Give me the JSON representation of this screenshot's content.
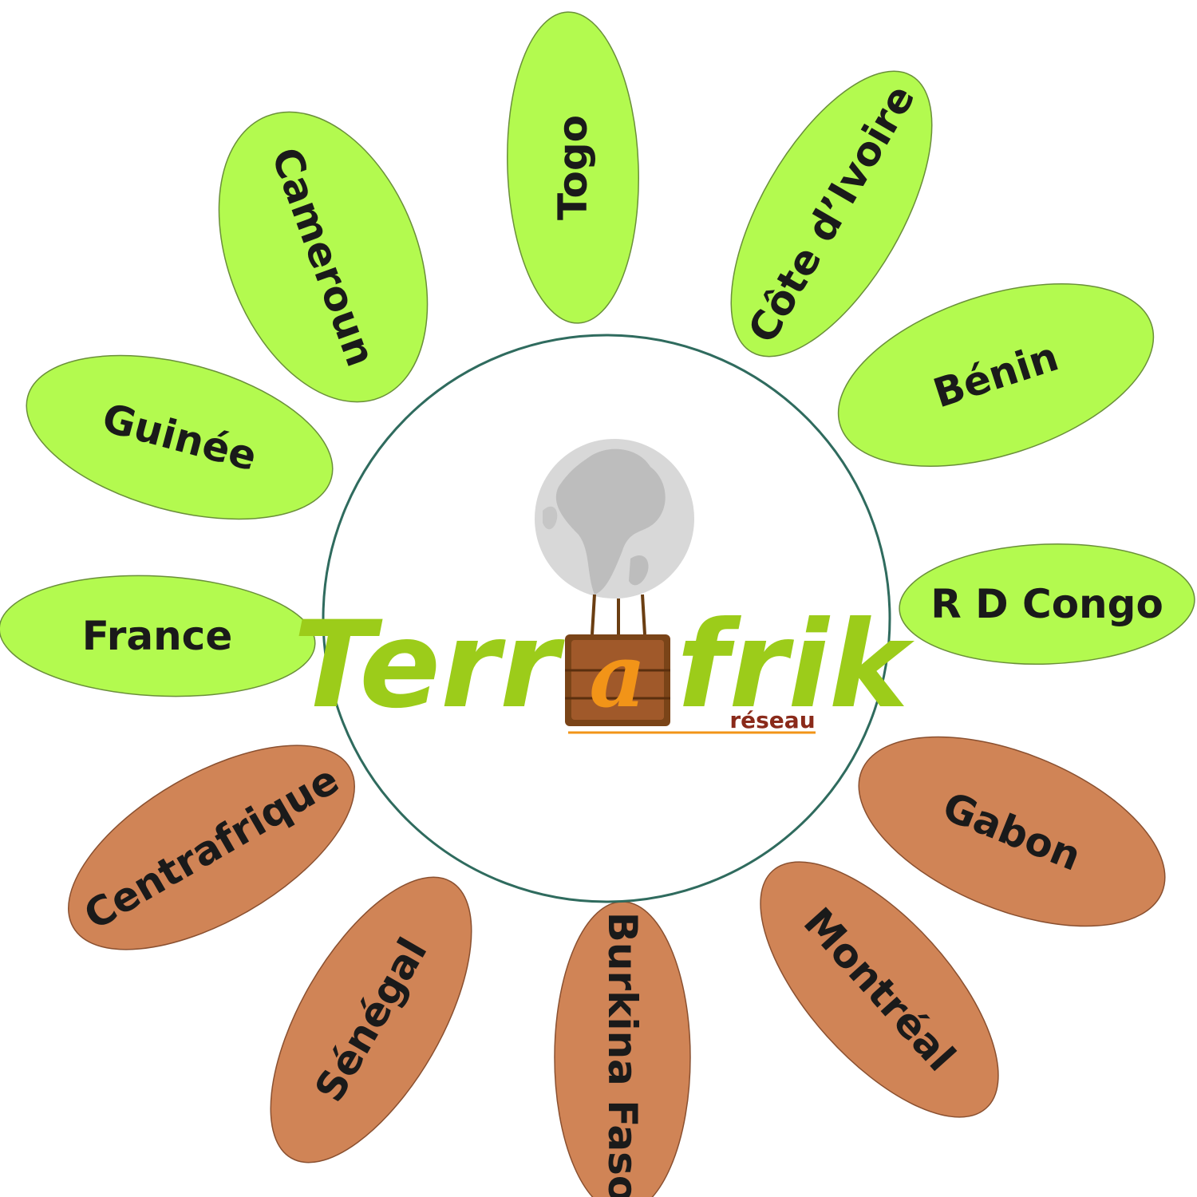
{
  "logo": {
    "word_left": "Terr",
    "letter_center": "a",
    "word_right": "frik",
    "subtitle": "réseau"
  },
  "colors": {
    "green_petal": "#b3fa4f",
    "brown_petal": "#d08456",
    "center_ring": "#2f6b5e",
    "logo_green": "#9ccc1a",
    "logo_orange": "#f29418",
    "logo_brown": "#7a4418"
  },
  "petals": [
    {
      "label": "Togo",
      "color": "green"
    },
    {
      "label": "Côte d’Ivoire",
      "color": "green"
    },
    {
      "label": "Bénin",
      "color": "green"
    },
    {
      "label": "R D Congo",
      "color": "green"
    },
    {
      "label": "Gabon",
      "color": "brown"
    },
    {
      "label": "Montréal",
      "color": "brown"
    },
    {
      "label": "Burkina Faso",
      "color": "brown"
    },
    {
      "label": "Sénégal",
      "color": "brown"
    },
    {
      "label": "Centrafrique",
      "color": "brown"
    },
    {
      "label": "France",
      "color": "green"
    },
    {
      "label": "Guinée",
      "color": "green"
    },
    {
      "label": "Cameroun",
      "color": "green"
    }
  ]
}
